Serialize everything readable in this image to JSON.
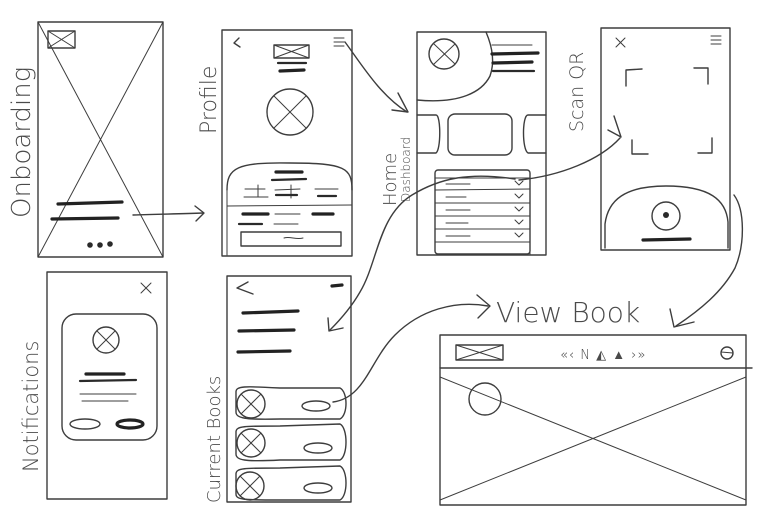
{
  "labels": {
    "onboarding": "Onboarding",
    "profile": "Profile",
    "home": "Home",
    "dashboard": "Dashboard",
    "scan_qr": "Scan QR",
    "notifications": "Notifications",
    "current_books": "Current Books",
    "view_book": "View Book"
  },
  "view_book_nav": "«‹ N ◭ ▲ ›»",
  "ink_color": "#3d3d3d"
}
